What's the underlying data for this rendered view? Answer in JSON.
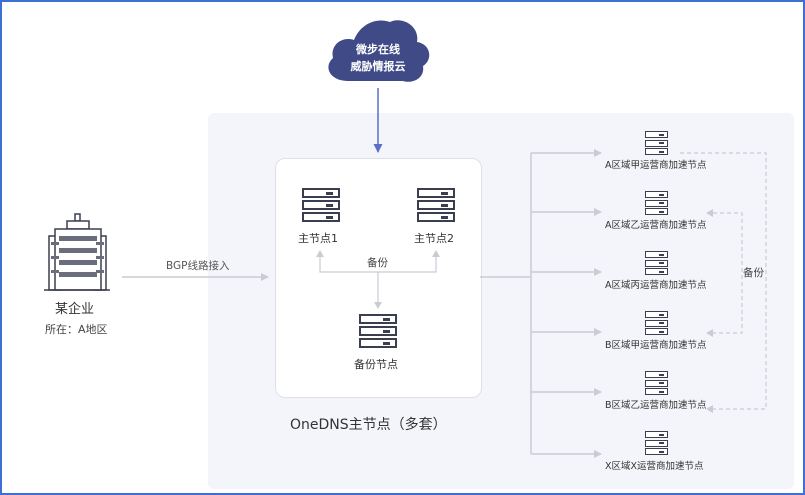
{
  "cloud": {
    "line1": "微步在线",
    "line2": "威胁情报云"
  },
  "enterprise": {
    "name": "某企业",
    "location": "所在：A地区"
  },
  "link_label": "BGP线路接入",
  "main_nodes": {
    "node1": "主节点1",
    "node2": "主节点2",
    "backup_label": "备份",
    "backup_node": "备份节点"
  },
  "cluster_caption": "OneDNS主节点（多套）",
  "accel_nodes": [
    "A区域甲运营商加速节点",
    "A区域乙运营商加速节点",
    "A区域丙运营商加速节点",
    "B区域甲运营商加速节点",
    "B区域乙运营商加速节点",
    "X区域X运营商加速节点"
  ],
  "accel_backup_label": "备份",
  "colors": {
    "cloud": "#3f4a86",
    "arrow": "#5b6fc6",
    "line": "#c9ccd4",
    "frame": "#3f6fd6",
    "icon": "#3b3e4f"
  }
}
